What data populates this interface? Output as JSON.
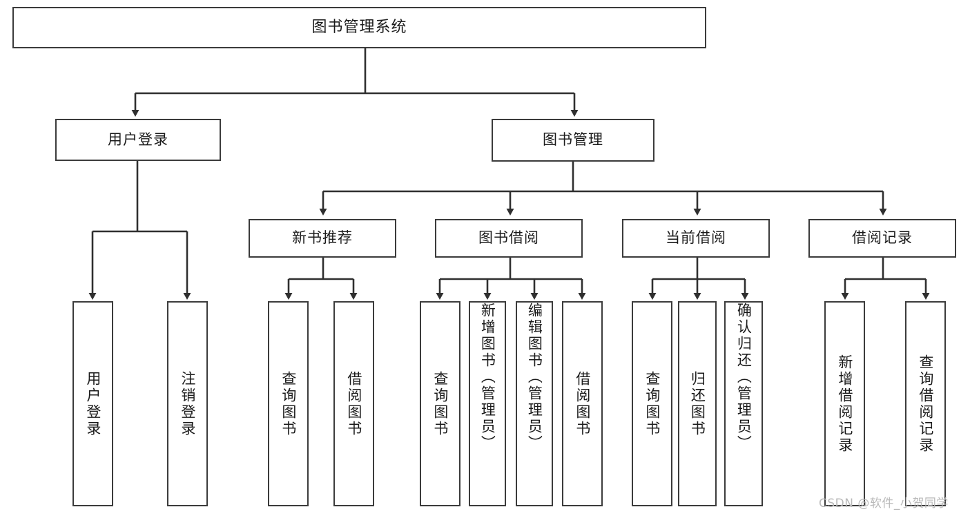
{
  "diagram": {
    "title": "图书管理系统",
    "type": "tree-hierarchy",
    "watermark": "CSDN @软件_小贺同学",
    "colors": {
      "border": "#3b3b3b",
      "background": "#ffffff",
      "text": "#1b1b1b",
      "watermark": "#b9b9b9"
    },
    "levels": {
      "root": "图书管理系统",
      "level2": [
        "用户登录",
        "图书管理"
      ],
      "level3": [
        "新书推荐",
        "图书借阅",
        "当前借阅",
        "借阅记录"
      ]
    }
  },
  "nodes": {
    "root": {
      "label": "图书管理系统"
    },
    "user_login": {
      "label": "用户登录"
    },
    "book_manage": {
      "label": "图书管理"
    },
    "new_book_rec": {
      "label": "新书推荐"
    },
    "book_borrow": {
      "label": "图书借阅"
    },
    "current_borrow": {
      "label": "当前借阅"
    },
    "borrow_record": {
      "label": "借阅记录"
    },
    "leaf_user_login": {
      "label": "用户登录"
    },
    "leaf_logout": {
      "label": "注销登录"
    },
    "leaf_query_book_1": {
      "label": "查询图书"
    },
    "leaf_borrow_book_1": {
      "label": "借阅图书"
    },
    "leaf_query_book_2": {
      "label": "查询图书"
    },
    "leaf_add_book": {
      "label": "新增图书（管理员）"
    },
    "leaf_edit_book": {
      "label": "编辑图书（管理员）"
    },
    "leaf_borrow_book_2": {
      "label": "借阅图书"
    },
    "leaf_query_book_3": {
      "label": "查询图书"
    },
    "leaf_return_book": {
      "label": "归还图书"
    },
    "leaf_confirm_return": {
      "label": "确认归还（管理员）"
    },
    "leaf_add_record": {
      "label": "新增借阅记录"
    },
    "leaf_query_record": {
      "label": "查询借阅记录"
    }
  }
}
